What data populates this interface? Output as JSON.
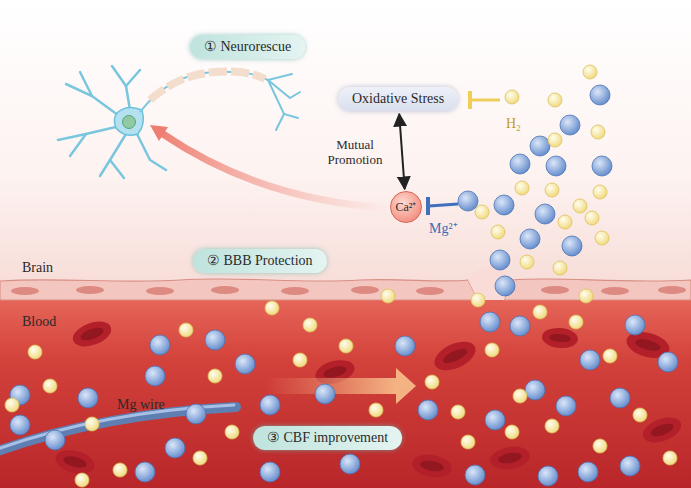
{
  "diagram": {
    "nodes": [
      {
        "text": [
          "① Neurorescue"
        ]
      },
      {
        "text": [
          "Oxidative Stress"
        ]
      },
      {
        "text": [
          "Ca²⁺"
        ]
      },
      {
        "text": [
          "② BBB Protection"
        ]
      },
      {
        "text": [
          "③ CBF improvement"
        ]
      }
    ],
    "edges": [
      {
        "from": 1,
        "to": 2,
        "arrow": "both",
        "label": "Mutual Promotion"
      }
    ],
    "labels": [
      "H₂",
      "Mg²⁺",
      "Brain",
      "Blood",
      "Mg wire"
    ]
  }
}
